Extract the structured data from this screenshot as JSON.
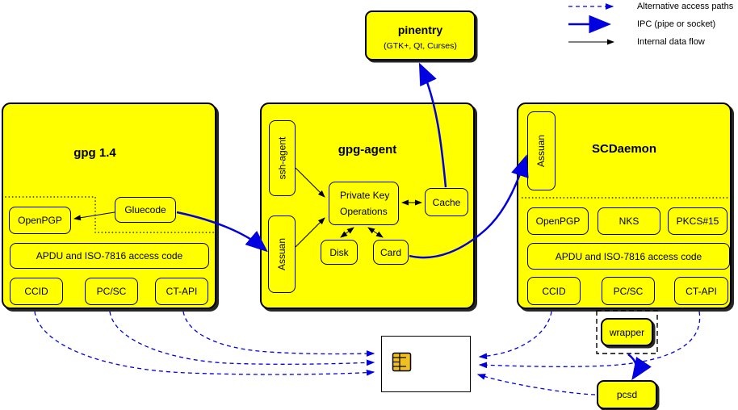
{
  "legend": {
    "items": [
      {
        "label": "Alternative access paths"
      },
      {
        "label": "IPC (pipe or socket)"
      },
      {
        "label": "Internal data flow"
      }
    ]
  },
  "pinentry": {
    "title": "pinentry",
    "subtitle": "(GTK+, Qt, Curses)"
  },
  "gpg14": {
    "title": "gpg 1.4",
    "openpgp": "OpenPGP",
    "gluecode": "Gluecode",
    "apdu": "APDU and ISO-7816 access code",
    "ccid": "CCID",
    "pcsc": "PC/SC",
    "ctapi": "CT-API"
  },
  "gpg_agent": {
    "title": "gpg-agent",
    "ssh_agent": "ssh-agent",
    "assuan": "Assuan",
    "private_key_ops_line1": "Private Key",
    "private_key_ops_line2": "Operations",
    "cache": "Cache",
    "disk": "Disk",
    "card": "Card"
  },
  "scdaemon": {
    "title": "SCDaemon",
    "assuan": "Assuan",
    "openpgp": "OpenPGP",
    "nks": "NKS",
    "pkcs15": "PKCS#15",
    "apdu": "APDU and ISO-7816 access code",
    "ccid": "CCID",
    "pcsc": "PC/SC",
    "ctapi": "CT-API",
    "wrapper": "wrapper"
  },
  "pcsd": {
    "label": "pcsd"
  },
  "colors": {
    "box_fill": "#ffff00",
    "ipc_blue": "#0000e0",
    "line_black": "#000000",
    "chip_gold": "#f0c020"
  }
}
